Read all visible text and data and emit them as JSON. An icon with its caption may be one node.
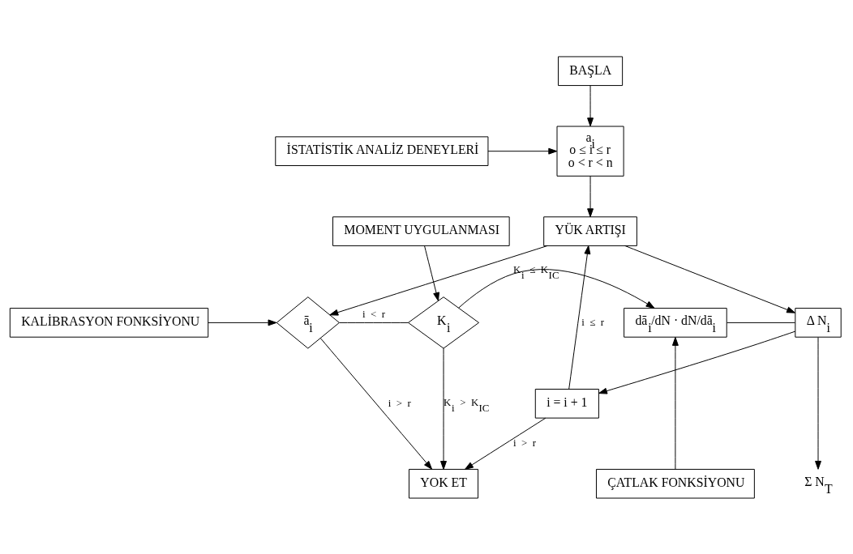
{
  "diagram": {
    "nodes": [
      {
        "text": [
          "BAŞLA"
        ]
      },
      {
        "text": [
          "İSTATİSTİK ANALİZ DENEYLERİ"
        ]
      },
      {
        "text": [
          "a$_{i}$",
          "o ≤ i ≤ r",
          "o < r < n"
        ]
      },
      {
        "text": [
          "MOMENT UYGULANMASI"
        ]
      },
      {
        "text": [
          "YÜK ARTIŞI"
        ]
      },
      {
        "text": [
          "KALİBRASYON FONKSİYONU"
        ]
      },
      {
        "text": [
          "ā$_{i}$"
        ]
      },
      {
        "text": [
          "K$_{i}$"
        ]
      },
      {
        "text": [
          "dā$_{i}$/dN · dN/dā$_{i}$"
        ]
      },
      {
        "text": [
          "Δ N$_{i}$"
        ]
      },
      {
        "text": [
          "i = i + 1"
        ]
      },
      {
        "text": [
          "ÇATLAK FONKSİYONU"
        ]
      },
      {
        "text": [
          "YOK ET"
        ]
      },
      {
        "text": [
          "Σ N$_{T}$"
        ]
      }
    ],
    "edges": [
      {
        "from": 0,
        "to": 2,
        "arrow": "to"
      },
      {
        "from": 1,
        "to": 2,
        "arrow": "to"
      },
      {
        "from": 2,
        "to": 4,
        "arrow": "to"
      },
      {
        "from": 10,
        "to": 4,
        "arrow": "to",
        "label": "i ≤ r"
      },
      {
        "from": 4,
        "to": 6,
        "arrow": "to"
      },
      {
        "from": 3,
        "to": 7,
        "arrow": "to"
      },
      {
        "from": 4,
        "to": 9,
        "arrow": "to"
      },
      {
        "from": 10,
        "to": 12,
        "arrow": "to",
        "label": "i > r"
      },
      {
        "from": 5,
        "to": 6,
        "arrow": "to"
      },
      {
        "from": 6,
        "to": 7,
        "arrow": "none",
        "label": "i < r"
      },
      {
        "from": 6,
        "to": 12,
        "arrow": "to",
        "label": "i > r"
      },
      {
        "from": 7,
        "to": 8,
        "arrow": "to",
        "label": "K$_{i}$ ≤ K$_{IC}$"
      },
      {
        "from": 7,
        "to": 12,
        "arrow": "to",
        "label": "K$_{i}$ > K$_{IC}$"
      },
      {
        "from": 11,
        "to": 8,
        "arrow": "to"
      },
      {
        "from": 8,
        "to": 9,
        "arrow": "none"
      },
      {
        "from": 9,
        "to": 10,
        "arrow": "to"
      },
      {
        "from": 9,
        "to": 13,
        "arrow": "to"
      }
    ]
  }
}
